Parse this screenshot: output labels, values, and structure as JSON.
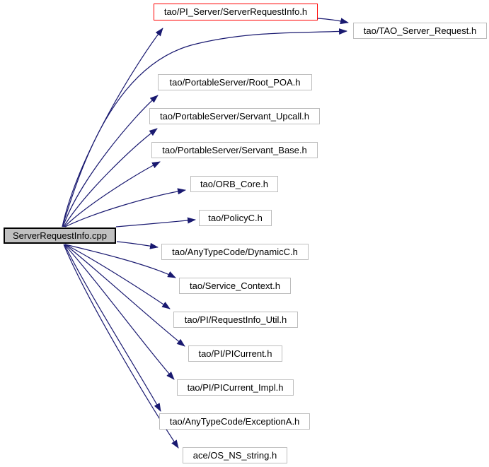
{
  "graph": {
    "type": "include-dependency-graph",
    "source": {
      "label": "ServerRequestInfo.cpp"
    },
    "includes": [
      {
        "label": "tao/PI_Server/ServerRequestInfo.h",
        "highlighted": true
      },
      {
        "label": "tao/TAO_Server_Request.h"
      },
      {
        "label": "tao/PortableServer/Root_POA.h"
      },
      {
        "label": "tao/PortableServer/Servant_Upcall.h"
      },
      {
        "label": "tao/PortableServer/Servant_Base.h"
      },
      {
        "label": "tao/ORB_Core.h"
      },
      {
        "label": "tao/PolicyC.h"
      },
      {
        "label": "tao/AnyTypeCode/DynamicC.h"
      },
      {
        "label": "tao/Service_Context.h"
      },
      {
        "label": "tao/PI/RequestInfo_Util.h"
      },
      {
        "label": "tao/PI/PICurrent.h"
      },
      {
        "label": "tao/PI/PICurrent_Impl.h"
      },
      {
        "label": "tao/AnyTypeCode/ExceptionA.h"
      },
      {
        "label": "ace/OS_NS_string.h"
      }
    ],
    "edges": [
      {
        "from": "ServerRequestInfo.cpp",
        "to": "tao/PI_Server/ServerRequestInfo.h"
      },
      {
        "from": "ServerRequestInfo.cpp",
        "to": "tao/TAO_Server_Request.h"
      },
      {
        "from": "tao/PI_Server/ServerRequestInfo.h",
        "to": "tao/TAO_Server_Request.h"
      },
      {
        "from": "ServerRequestInfo.cpp",
        "to": "tao/PortableServer/Root_POA.h"
      },
      {
        "from": "ServerRequestInfo.cpp",
        "to": "tao/PortableServer/Servant_Upcall.h"
      },
      {
        "from": "ServerRequestInfo.cpp",
        "to": "tao/PortableServer/Servant_Base.h"
      },
      {
        "from": "ServerRequestInfo.cpp",
        "to": "tao/ORB_Core.h"
      },
      {
        "from": "ServerRequestInfo.cpp",
        "to": "tao/PolicyC.h"
      },
      {
        "from": "ServerRequestInfo.cpp",
        "to": "tao/AnyTypeCode/DynamicC.h"
      },
      {
        "from": "ServerRequestInfo.cpp",
        "to": "tao/Service_Context.h"
      },
      {
        "from": "ServerRequestInfo.cpp",
        "to": "tao/PI/RequestInfo_Util.h"
      },
      {
        "from": "ServerRequestInfo.cpp",
        "to": "tao/PI/PICurrent.h"
      },
      {
        "from": "ServerRequestInfo.cpp",
        "to": "tao/PI/PICurrent_Impl.h"
      },
      {
        "from": "ServerRequestInfo.cpp",
        "to": "tao/AnyTypeCode/ExceptionA.h"
      },
      {
        "from": "ServerRequestInfo.cpp",
        "to": "ace/OS_NS_string.h"
      }
    ]
  },
  "colors": {
    "edge": "#191970",
    "node_border": "#bdbdbd",
    "node_fill": "#ffffff",
    "source_node_fill": "#c0c0c0",
    "source_node_border": "#000000",
    "highlight_border": "#ff0000",
    "text": "#000000",
    "background": "#ffffff"
  }
}
